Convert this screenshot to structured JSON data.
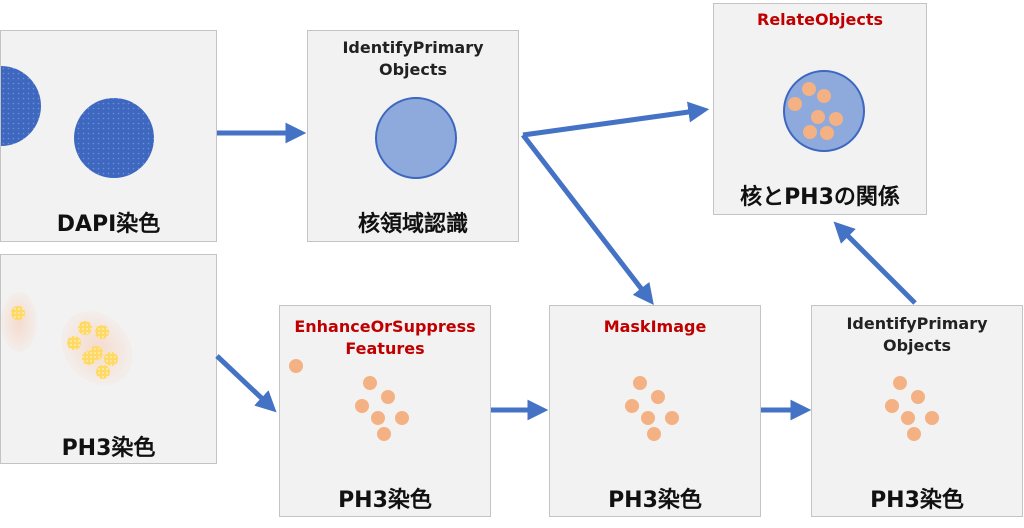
{
  "colors": {
    "arrow": "#4472c4",
    "nucleus": "#3e67bf",
    "nucleus_light": "#8eaadc",
    "ph3_dot": "#f4b183",
    "ph3_raw": "#ffd966",
    "title_red": "#c00000",
    "box_fill": "#f2f2f2"
  },
  "boxes": {
    "dapi": {
      "label": "DAPI染色"
    },
    "identify_nuclei": {
      "title": "IdentifyPrimary\nObjects",
      "label": "核領域認識"
    },
    "relate": {
      "title": "RelateObjects",
      "label": "核とPH3の関係"
    },
    "ph3_raw": {
      "label": "PH3染色"
    },
    "enhance": {
      "title": "EnhanceOrSuppress\nFeatures",
      "label": "PH3染色"
    },
    "mask": {
      "title": "MaskImage",
      "label": "PH3染色"
    },
    "identify_ph3": {
      "title": "IdentifyPrimary\nObjects",
      "label": "PH3染色"
    }
  }
}
